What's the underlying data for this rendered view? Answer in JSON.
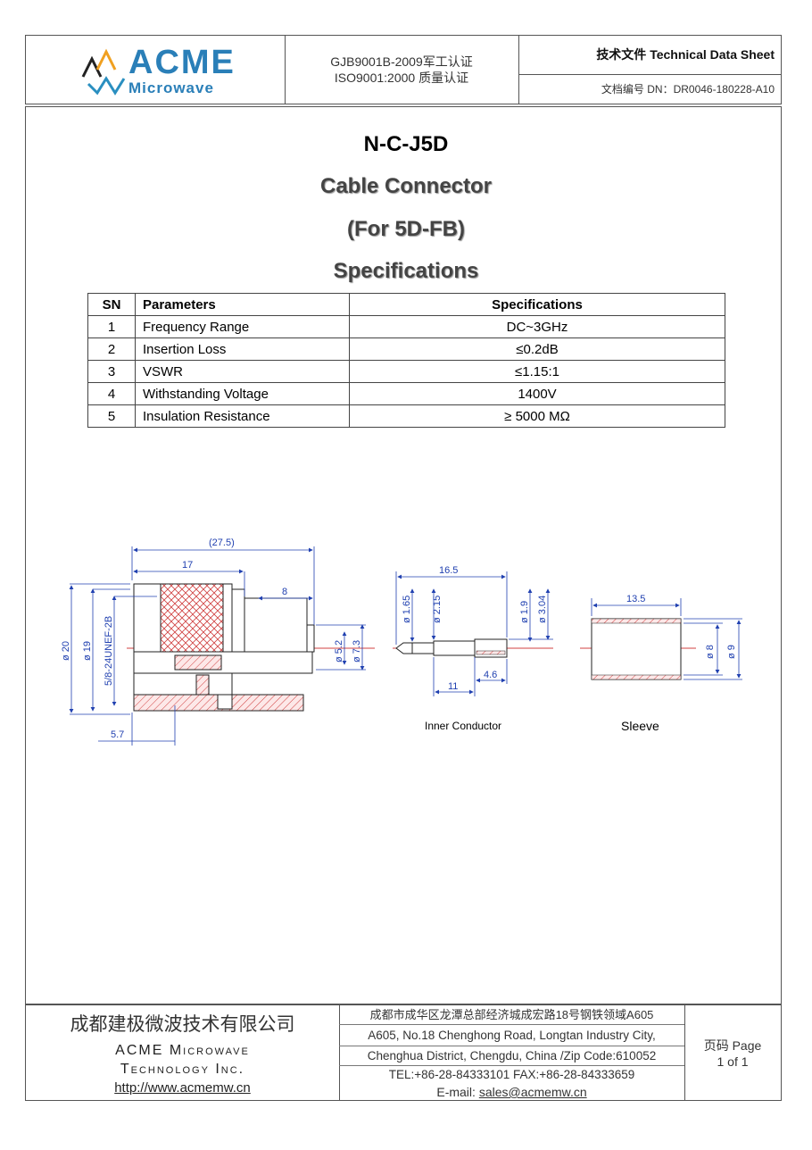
{
  "header": {
    "logo_main": "ACME",
    "logo_sub": "Microwave",
    "cert_line1": "GJB9001B-2009军工认证",
    "cert_line2": "ISO9001:2000  质量认证",
    "doc_type": "技术文件  Technical Data Sheet",
    "doc_number": "文档编号  DN：DR0046-180228-A10"
  },
  "title": {
    "model": "N-C-J5D",
    "product": "Cable Connector",
    "for": "(For 5D-FB)",
    "section": "Specifications"
  },
  "spec_table": {
    "headers": [
      "SN",
      "Parameters",
      "Specifications"
    ],
    "rows": [
      [
        "1",
        "Frequency Range",
        "DC~3GHz"
      ],
      [
        "2",
        "Insertion Loss",
        "≤0.2dB"
      ],
      [
        "3",
        "VSWR",
        "≤1.15:1"
      ],
      [
        "4",
        "Withstanding Voltage",
        "1400V"
      ],
      [
        "5",
        "Insulation Resistance",
        "≥ 5000 MΩ"
      ]
    ]
  },
  "drawing": {
    "main": {
      "overall": "(27.5)",
      "len17": "17",
      "len8": "8",
      "len57": "5.7",
      "d20": "ø 20",
      "d19": "ø 19",
      "thread": "5/8-24UNEF-2B",
      "d52": "ø 5.2",
      "d73": "ø 7.3"
    },
    "inner": {
      "len165": "16.5",
      "len11": "11",
      "len46": "4.6",
      "d165": "ø 1.65",
      "d215": "ø 2.15",
      "d19": "ø 1.9",
      "d304": "ø 3.04",
      "caption": "Inner Conductor"
    },
    "sleeve": {
      "len135": "13.5",
      "d8": "ø 8",
      "d9": "ø 9",
      "caption": "Sleeve"
    }
  },
  "footer": {
    "company_cn": "成都建极微波技术有限公司",
    "company_en1": "ACME Microwave",
    "company_en2": "Technology Inc.",
    "website": "http://www.acmemw.cn",
    "addr_cn": "成都市成华区龙潭总部经济城成宏路18号钢铁领域A605",
    "addr_en1": "A605, No.18 Chenghong Road, Longtan Industry City,",
    "addr_en2": "Chenghua District, Chengdu, China /Zip Code:610052",
    "tel_fax": "TEL:+86-28-84333101    FAX:+86-28-84333659",
    "email_label": "E-mail: ",
    "email": "sales@acmemw.cn",
    "page_label": "页码  Page",
    "page_value": "1 of 1"
  }
}
